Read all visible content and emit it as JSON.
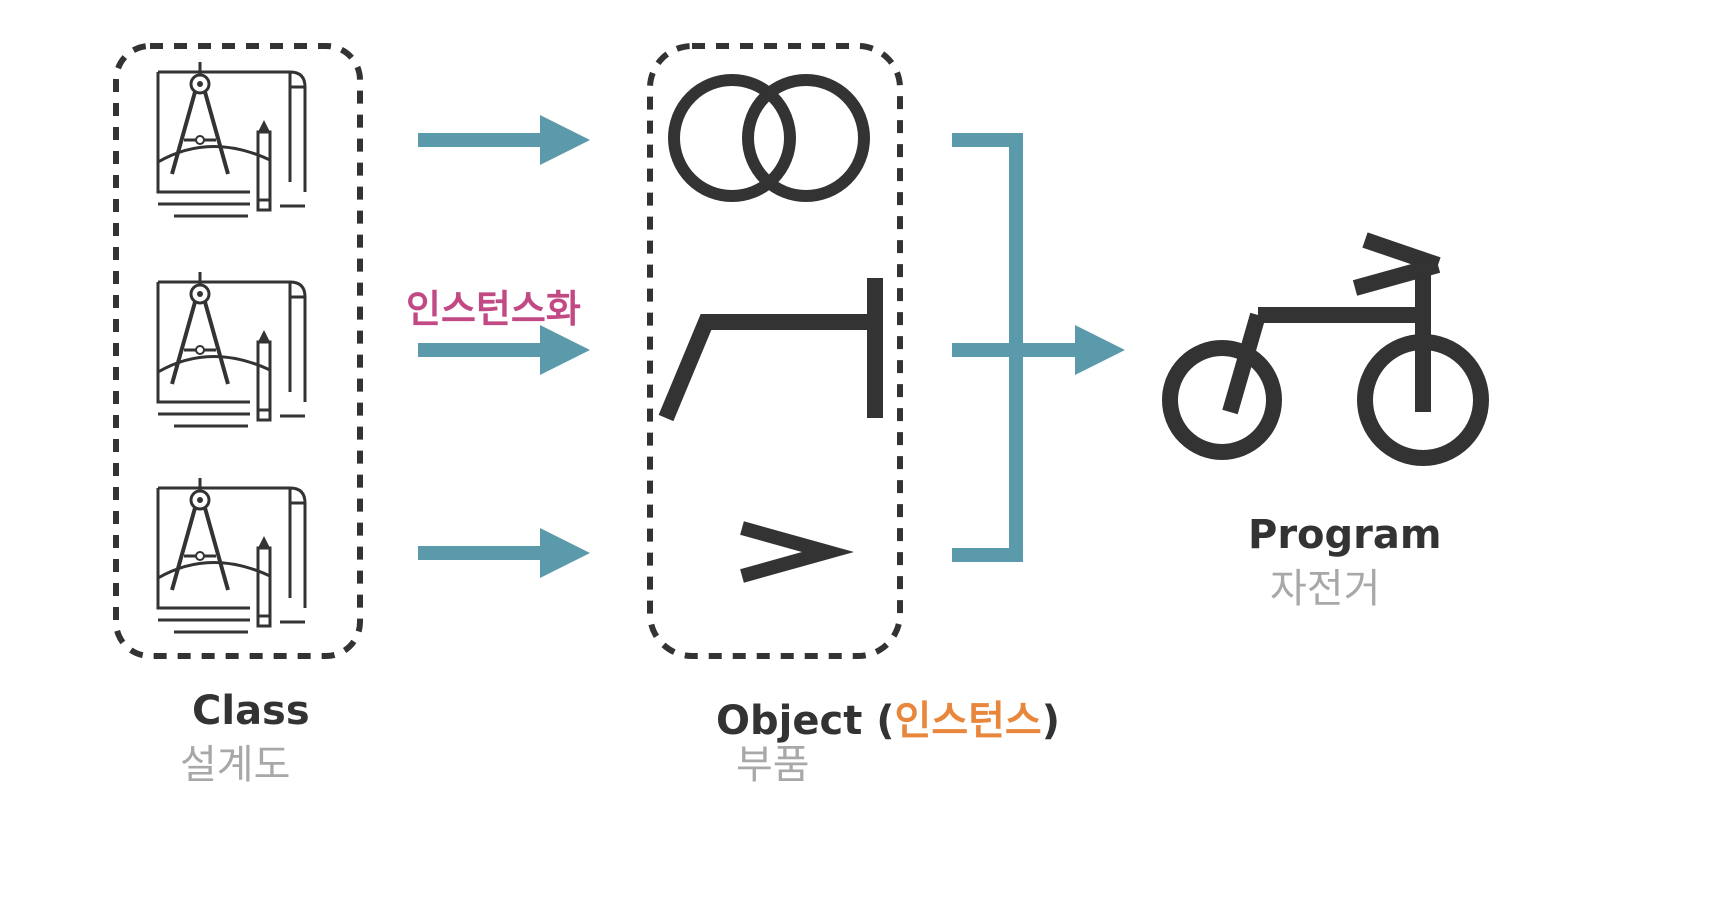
{
  "colors": {
    "arrow": "#5b9aab",
    "ink": "#333333",
    "muted": "#a8a8a8",
    "instantiate_label": "#c24a84",
    "instance_word": "#e8863b"
  },
  "class_group": {
    "title": "Class",
    "subtitle": "설계도",
    "items": [
      {
        "icon": "blueprint-icon"
      },
      {
        "icon": "blueprint-icon"
      },
      {
        "icon": "blueprint-icon"
      }
    ]
  },
  "instantiate": {
    "label": "인스턴스화"
  },
  "object_group": {
    "title": "Object",
    "paren_open": "(",
    "title_note": "인스턴스",
    "paren_close": ")",
    "subtitle": "부품",
    "items": [
      {
        "icon": "wheels-part-icon"
      },
      {
        "icon": "frame-part-icon"
      },
      {
        "icon": "handlebar-part-icon"
      }
    ]
  },
  "program": {
    "title": "Program",
    "subtitle": "자전거",
    "icon": "bicycle-icon"
  }
}
